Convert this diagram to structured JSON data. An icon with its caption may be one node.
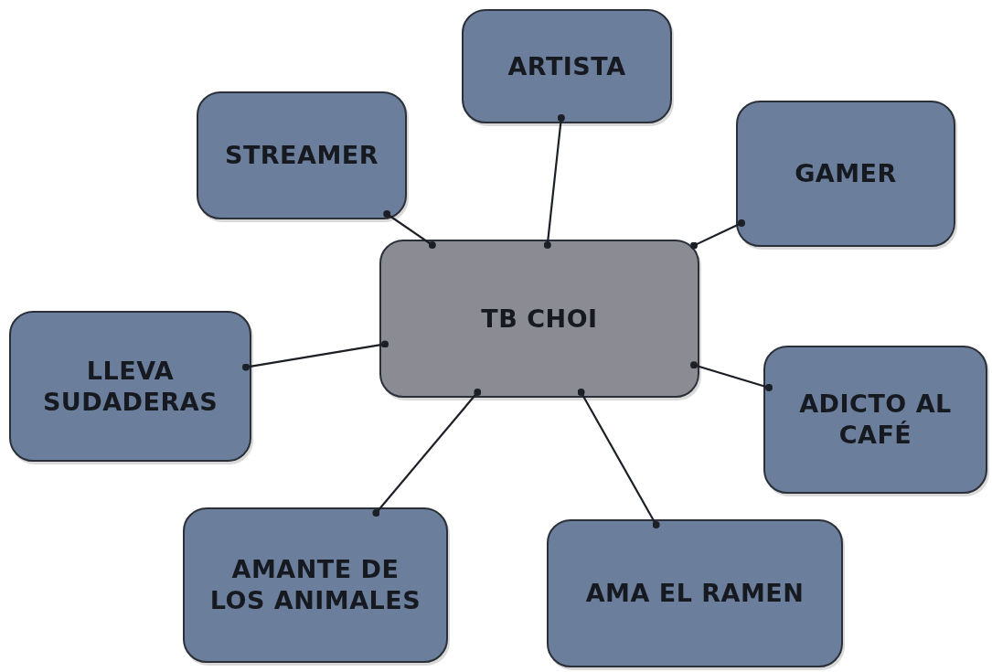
{
  "diagram": {
    "nodes": [
      {
        "text": [
          "ARTISTA"
        ]
      },
      {
        "text": [
          "STREAMER"
        ]
      },
      {
        "text": [
          "GAMER"
        ]
      },
      {
        "text": [
          "TB CHOI"
        ]
      },
      {
        "text": [
          "LLEVA SUDADERAS"
        ]
      },
      {
        "text": [
          "ADICTO AL CAFÉ"
        ]
      },
      {
        "text": [
          "AMANTE DE LOS ANIMALES"
        ]
      },
      {
        "text": [
          "AMA EL RAMEN"
        ]
      }
    ],
    "edges": [
      {
        "from": 3,
        "to": 0,
        "arrow": "other"
      },
      {
        "from": 3,
        "to": 1,
        "arrow": "other"
      },
      {
        "from": 3,
        "to": 2,
        "arrow": "other"
      },
      {
        "from": 3,
        "to": 4,
        "arrow": "other"
      },
      {
        "from": 3,
        "to": 5,
        "arrow": "other"
      },
      {
        "from": 3,
        "to": 6,
        "arrow": "other"
      },
      {
        "from": 3,
        "to": 7,
        "arrow": "other"
      }
    ]
  }
}
